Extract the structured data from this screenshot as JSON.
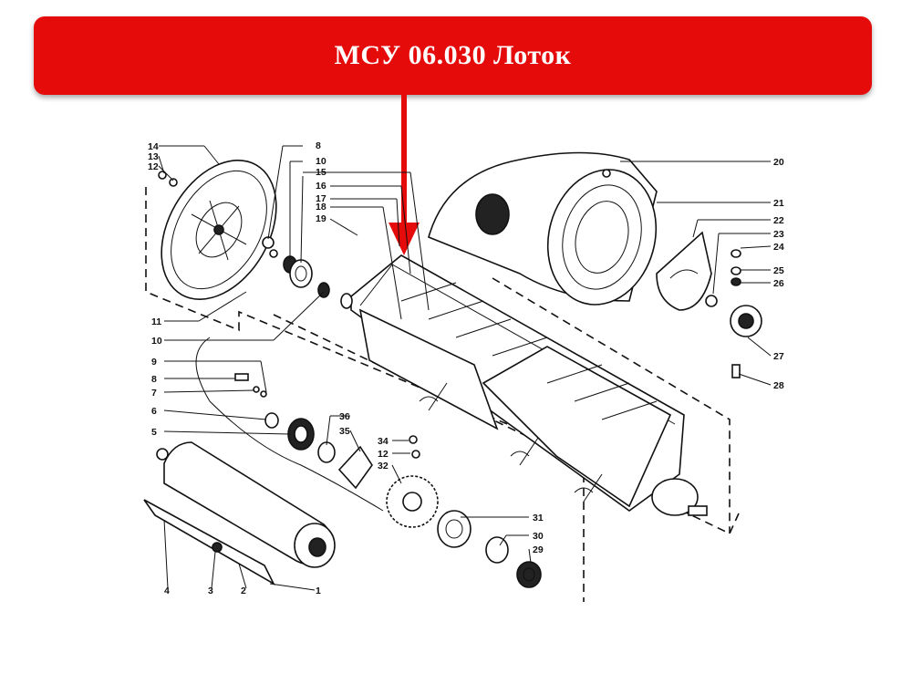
{
  "header": {
    "title": "МСУ 06.030 Лоток"
  },
  "diagram": {
    "arrow_color": "#e50b0b",
    "labels": {
      "l1": "1",
      "l2": "2",
      "l3": "3",
      "l4": "4",
      "l5": "5",
      "l6": "6",
      "l7": "7",
      "l8a": "8",
      "l8b": "8",
      "l9": "9",
      "l10a": "10",
      "l10b": "10",
      "l11": "11",
      "l12a": "12",
      "l12b": "12",
      "l13": "13",
      "l14": "14",
      "l15": "15",
      "l16": "16",
      "l17": "17",
      "l18": "18",
      "l19": "19",
      "l20": "20",
      "l21": "21",
      "l22": "22",
      "l23": "23",
      "l24": "24",
      "l25": "25",
      "l26": "26",
      "l27": "27",
      "l28": "28",
      "l29": "29",
      "l30": "30",
      "l31": "31",
      "l32": "32",
      "l34": "34",
      "l35": "35",
      "l36": "36"
    }
  }
}
